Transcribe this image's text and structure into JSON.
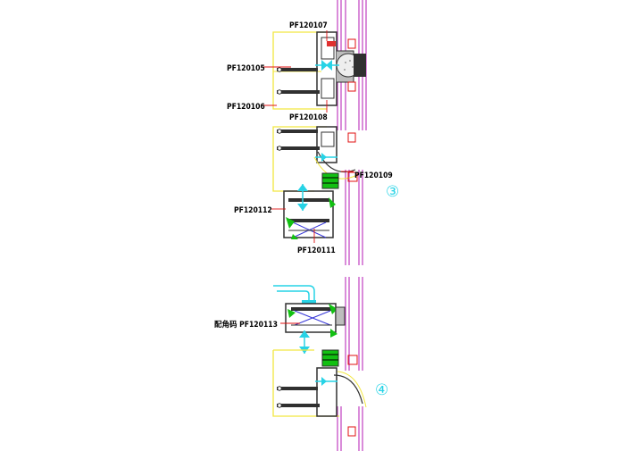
{
  "labels": {
    "pf120107": "PF120107",
    "pf120105": "PF120105",
    "pf120106": "PF120106",
    "pf120108": "PF120108",
    "pf120109": "PF120109",
    "pf120112": "PF120112",
    "pf120111": "PF120111",
    "pf120113": "配角码 PF120113"
  },
  "markers": {
    "m3": "③",
    "m4": "④"
  },
  "colors": {
    "glass": "#c040c0",
    "frame": "#f2e640",
    "profile": "#303030",
    "leader": "#e01010",
    "gasket": "#10c010",
    "accent": "#27d3e6",
    "marker": "#27d3e6"
  }
}
